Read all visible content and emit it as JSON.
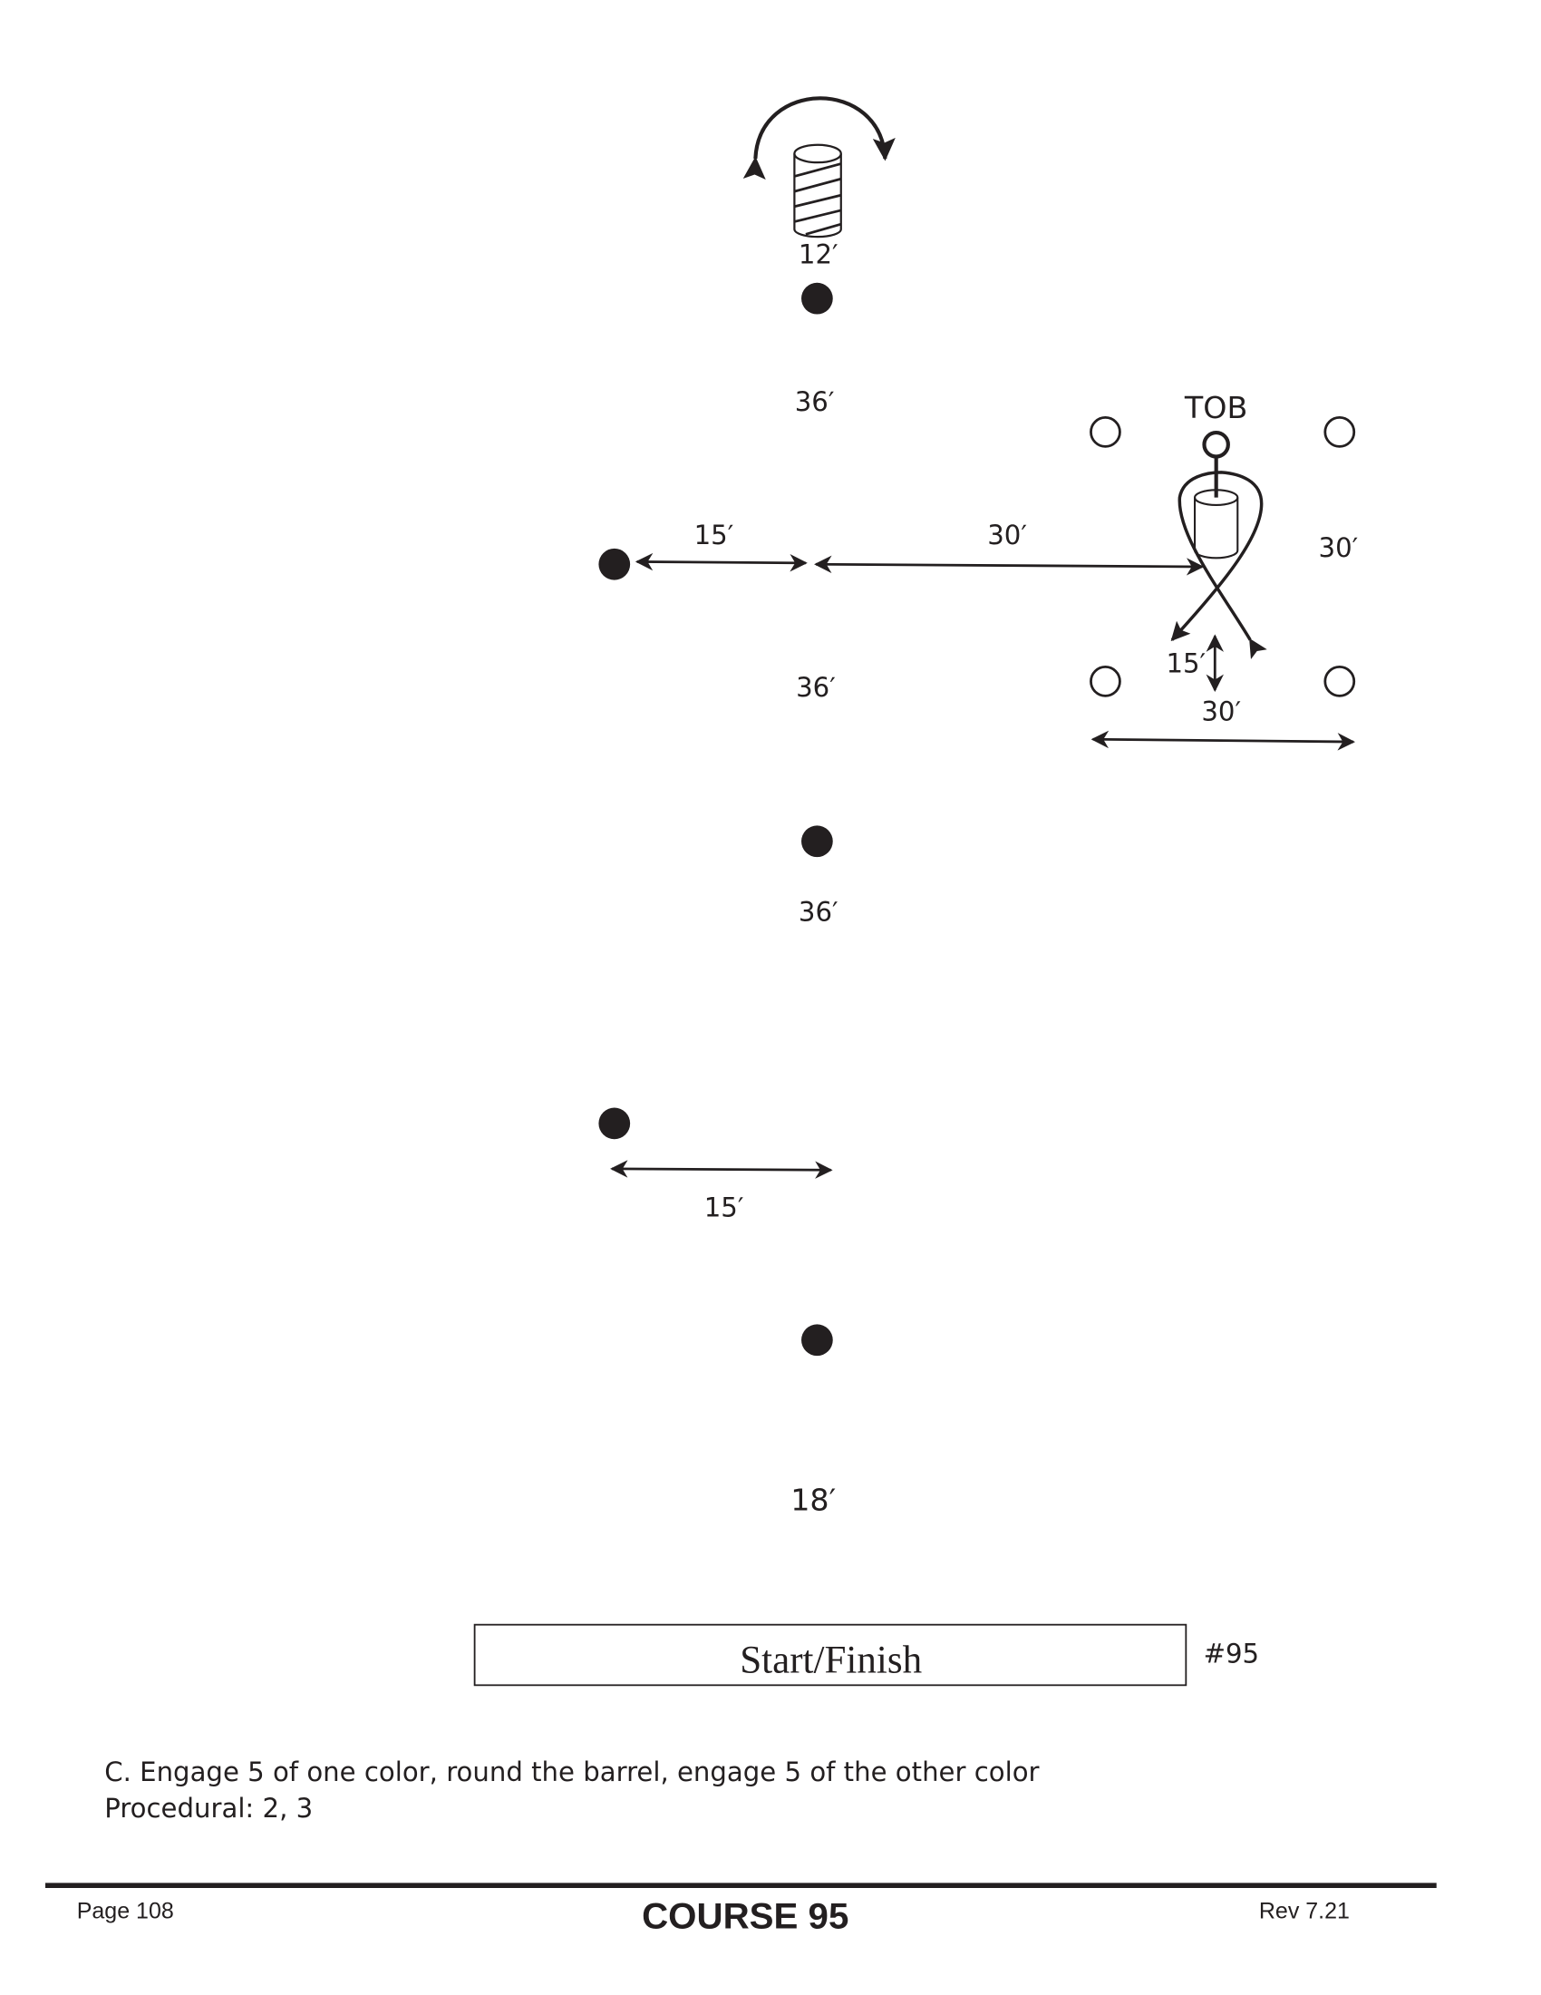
{
  "diagram": {
    "barrel_distance": "12′",
    "distance_1": "36′",
    "tob_label": "TOB",
    "left_offset_1": "15′",
    "offset_to_tob": "30′",
    "box_depth": "30′",
    "distance_2": "36′",
    "tob_gap": "15′",
    "box_width": "30′",
    "distance_3": "36′",
    "left_offset_2": "15′",
    "distance_4": "18′",
    "start_finish": "Start/Finish",
    "course_number": "#95"
  },
  "instructions": {
    "line1": "C. Engage 5 of one color, round the barrel, engage 5 of the other color",
    "line2": "Procedural: 2, 3"
  },
  "footer": {
    "page": "Page 108",
    "title": "COURSE 95",
    "revision": "Rev 7.21"
  },
  "colors": {
    "ink": "#231f20"
  }
}
